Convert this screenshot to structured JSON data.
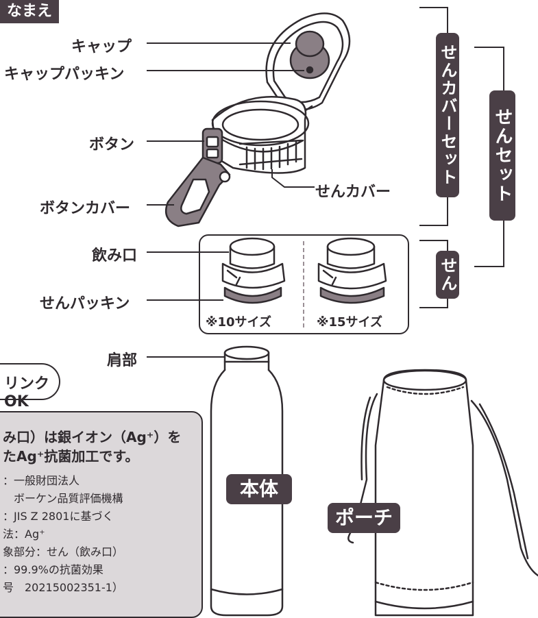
{
  "header": {
    "title": "なまえ"
  },
  "labels": {
    "cap": "キャップ",
    "cap_packing": "キャップパッキン",
    "button": "ボタン",
    "button_cover": "ボタンカバー",
    "sen_cover": "せんカバー",
    "spout": "飲み口",
    "sen_packing": "せんパッキン",
    "shoulder": "肩部"
  },
  "brackets": {
    "sen_cover_set": "せんカバーセット",
    "sen_set": "せんセット",
    "sen": "せん"
  },
  "sizes": {
    "size10": "※10サイズ",
    "size15": "※15サイズ"
  },
  "body_tag": "本体",
  "pouch_tag": "ポーチ",
  "drink_ok": "リンクOK",
  "note": {
    "line1": "み口）は銀イオン（Ag⁺）を",
    "line2": "たAg⁺抗菌加工です。",
    "items": [
      "：一般財団法人",
      "　ボーケン品質評価機構",
      "：JIS Z 2801に基づく",
      "法：Ag⁺",
      "象部分：せん（飲み口）",
      "：99.9%の抗菌効果",
      "号　20215002351-1）"
    ]
  },
  "colors": {
    "dark": "#4a3f46",
    "line": "#2f2a2e",
    "grey": "#8a7f85",
    "note_bg": "#dcd8da"
  }
}
